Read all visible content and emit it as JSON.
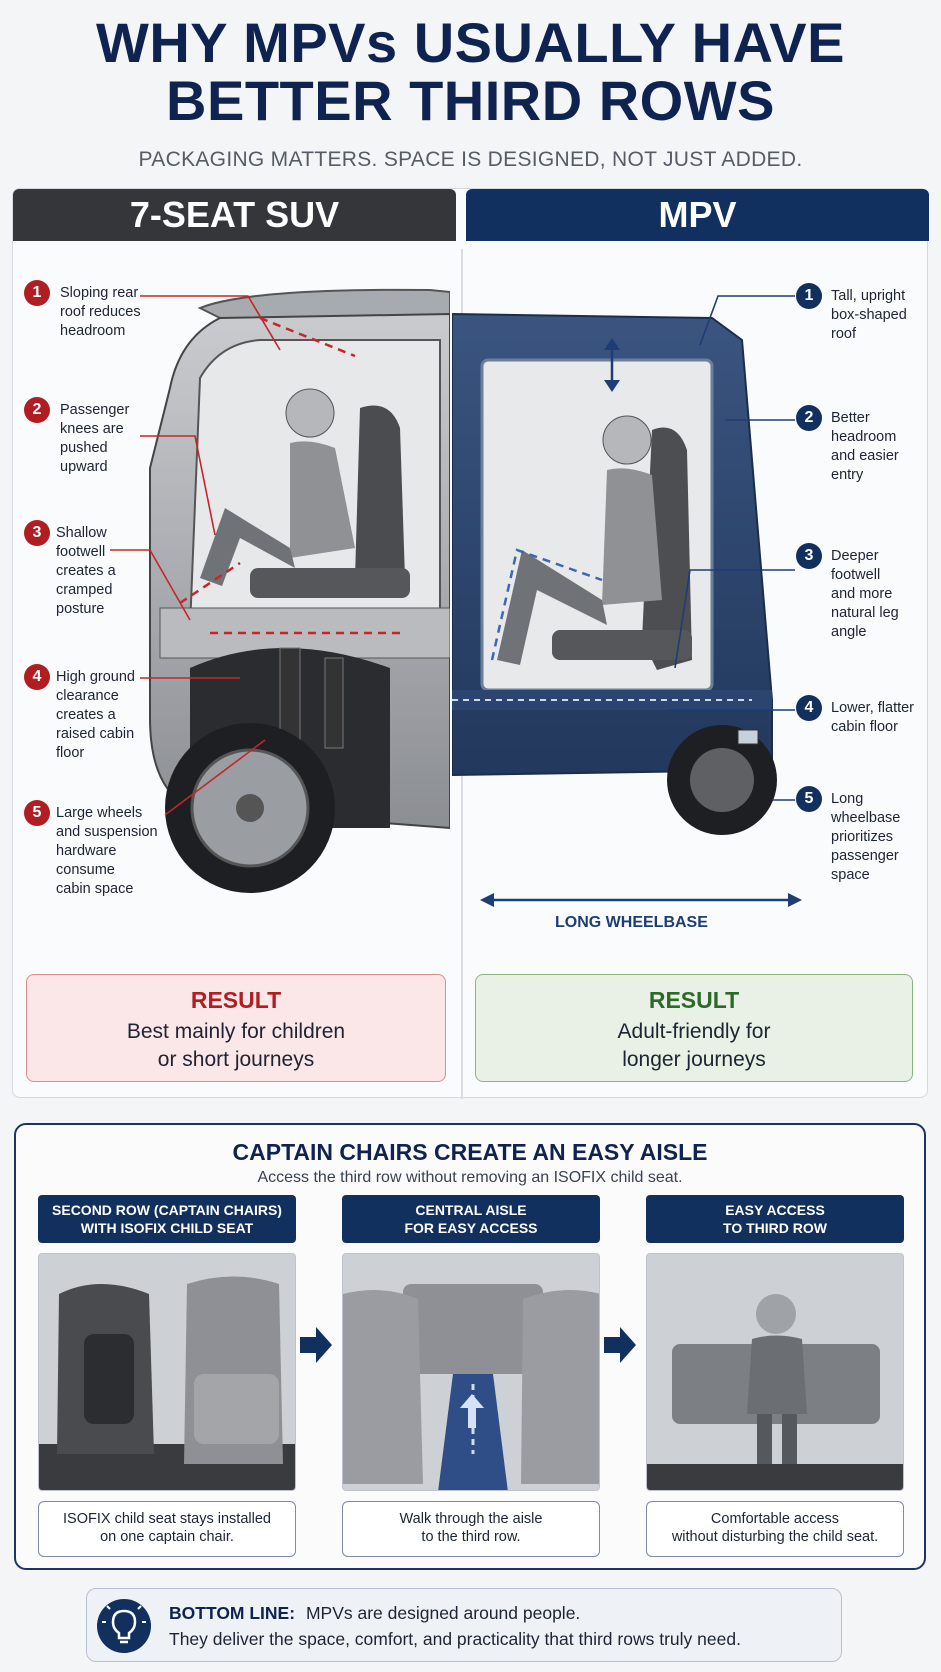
{
  "header": {
    "title_line1": "WHY MPVs USUALLY HAVE",
    "title_line2": "BETTER THIRD ROWS",
    "subtitle": "PACKAGING MATTERS. SPACE IS DESIGNED, NOT JUST ADDED."
  },
  "suv": {
    "heading": "7-SEAT SUV",
    "callouts": [
      {
        "num": "1",
        "text": [
          "Sloping rear",
          "roof reduces",
          "headroom"
        ]
      },
      {
        "num": "2",
        "text": [
          "Passenger",
          "knees are",
          "pushed",
          "upward"
        ]
      },
      {
        "num": "3",
        "text": [
          "Shallow",
          "footwell",
          "creates a",
          "cramped",
          "posture"
        ]
      },
      {
        "num": "4",
        "text": [
          "High ground",
          "clearance",
          "creates a",
          "raised cabin",
          "floor"
        ]
      },
      {
        "num": "5",
        "text": [
          "Large wheels",
          "and suspension",
          "hardware",
          "consume",
          "cabin space"
        ]
      }
    ],
    "result_title": "RESULT",
    "result_line1": "Best mainly for children",
    "result_line2": "or short journeys"
  },
  "mpv": {
    "heading": "MPV",
    "callouts": [
      {
        "num": "1",
        "text": [
          "Tall, upright",
          "box-shaped",
          "roof"
        ]
      },
      {
        "num": "2",
        "text": [
          "Better",
          "headroom",
          "and easier",
          "entry"
        ]
      },
      {
        "num": "3",
        "text": [
          "Deeper",
          "footwell",
          "and more",
          "natural leg",
          "angle"
        ]
      },
      {
        "num": "4",
        "text": [
          "Lower, flatter",
          "cabin floor"
        ]
      },
      {
        "num": "5",
        "text": [
          "Long",
          "wheelbase",
          "prioritizes",
          "passenger",
          "space"
        ]
      }
    ],
    "wheelbase_label": "LONG WHEELBASE",
    "result_title": "RESULT",
    "result_line1": "Adult-friendly for",
    "result_line2": "longer journeys"
  },
  "aisle": {
    "title": "CAPTAIN CHAIRS CREATE AN EASY AISLE",
    "subtitle": "Access the third row without removing an ISOFIX child seat.",
    "steps": [
      {
        "head1": "SECOND ROW (CAPTAIN CHAIRS)",
        "head2": "WITH ISOFIX CHILD SEAT",
        "cap1": "ISOFIX child seat stays installed",
        "cap2": "on one captain chair."
      },
      {
        "head1": "CENTRAL AISLE",
        "head2": "FOR EASY ACCESS",
        "cap1": "Walk through the aisle",
        "cap2": "to the third row."
      },
      {
        "head1": "EASY ACCESS",
        "head2": "TO THIRD ROW",
        "cap1": "Comfortable access",
        "cap2": "without disturbing the child seat."
      }
    ]
  },
  "bottom": {
    "label": "BOTTOM LINE:",
    "line1": "MPVs are designed around people.",
    "line2": "They deliver the space, comfort, and practicality that third rows truly need."
  },
  "colors": {
    "navy": "#12305e",
    "suv_red": "#b01e22",
    "suv_dark": "#34363a",
    "mpv_body": "#2c4570",
    "result_green": "#2c6a2a"
  },
  "icons": [
    "lightbulb-icon",
    "arrow-right-icon",
    "arrow-up-icon",
    "double-arrow-icon"
  ]
}
